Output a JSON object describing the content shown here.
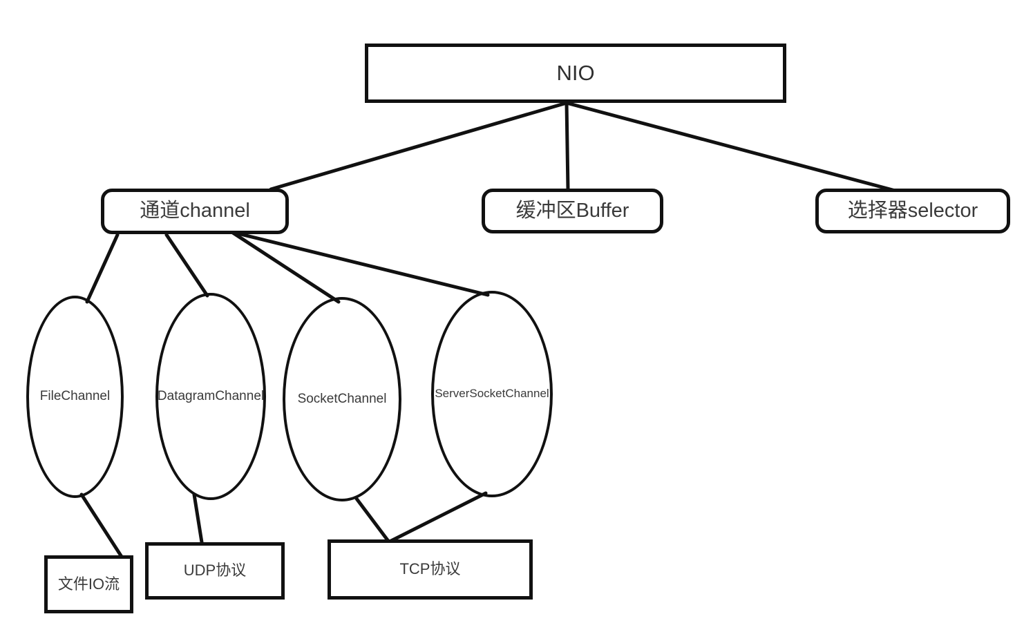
{
  "diagram": {
    "title": "NIO architecture tree diagram",
    "style": {
      "stroke": "#111111",
      "background": "#ffffff",
      "text_color": "#3a3a3a"
    },
    "nodes": {
      "nio": {
        "label": "NIO",
        "shape": "rectangle"
      },
      "channel": {
        "label": "通道channel",
        "shape": "rounded-rectangle"
      },
      "buffer": {
        "label": "缓冲区Buffer",
        "shape": "rounded-rectangle"
      },
      "selector": {
        "label": "选择器selector",
        "shape": "rounded-rectangle"
      },
      "file_channel": {
        "label": "FileChannel",
        "shape": "ellipse"
      },
      "datagram_channel": {
        "label": "DatagramChannel",
        "shape": "ellipse"
      },
      "socket_channel": {
        "label": "SocketChannel",
        "shape": "ellipse"
      },
      "server_socket_channel": {
        "label": "ServerSocketChannel",
        "shape": "ellipse"
      },
      "file_io": {
        "label": "文件IO流",
        "shape": "rectangle"
      },
      "udp": {
        "label": "UDP协议",
        "shape": "rectangle"
      },
      "tcp": {
        "label": "TCP协议",
        "shape": "rectangle"
      }
    },
    "edges": [
      {
        "from": "nio",
        "to": "channel"
      },
      {
        "from": "nio",
        "to": "buffer"
      },
      {
        "from": "nio",
        "to": "selector"
      },
      {
        "from": "channel",
        "to": "file_channel"
      },
      {
        "from": "channel",
        "to": "datagram_channel"
      },
      {
        "from": "channel",
        "to": "socket_channel"
      },
      {
        "from": "channel",
        "to": "server_socket_channel"
      },
      {
        "from": "file_channel",
        "to": "file_io"
      },
      {
        "from": "datagram_channel",
        "to": "udp"
      },
      {
        "from": "socket_channel",
        "to": "tcp"
      },
      {
        "from": "server_socket_channel",
        "to": "tcp"
      }
    ]
  }
}
